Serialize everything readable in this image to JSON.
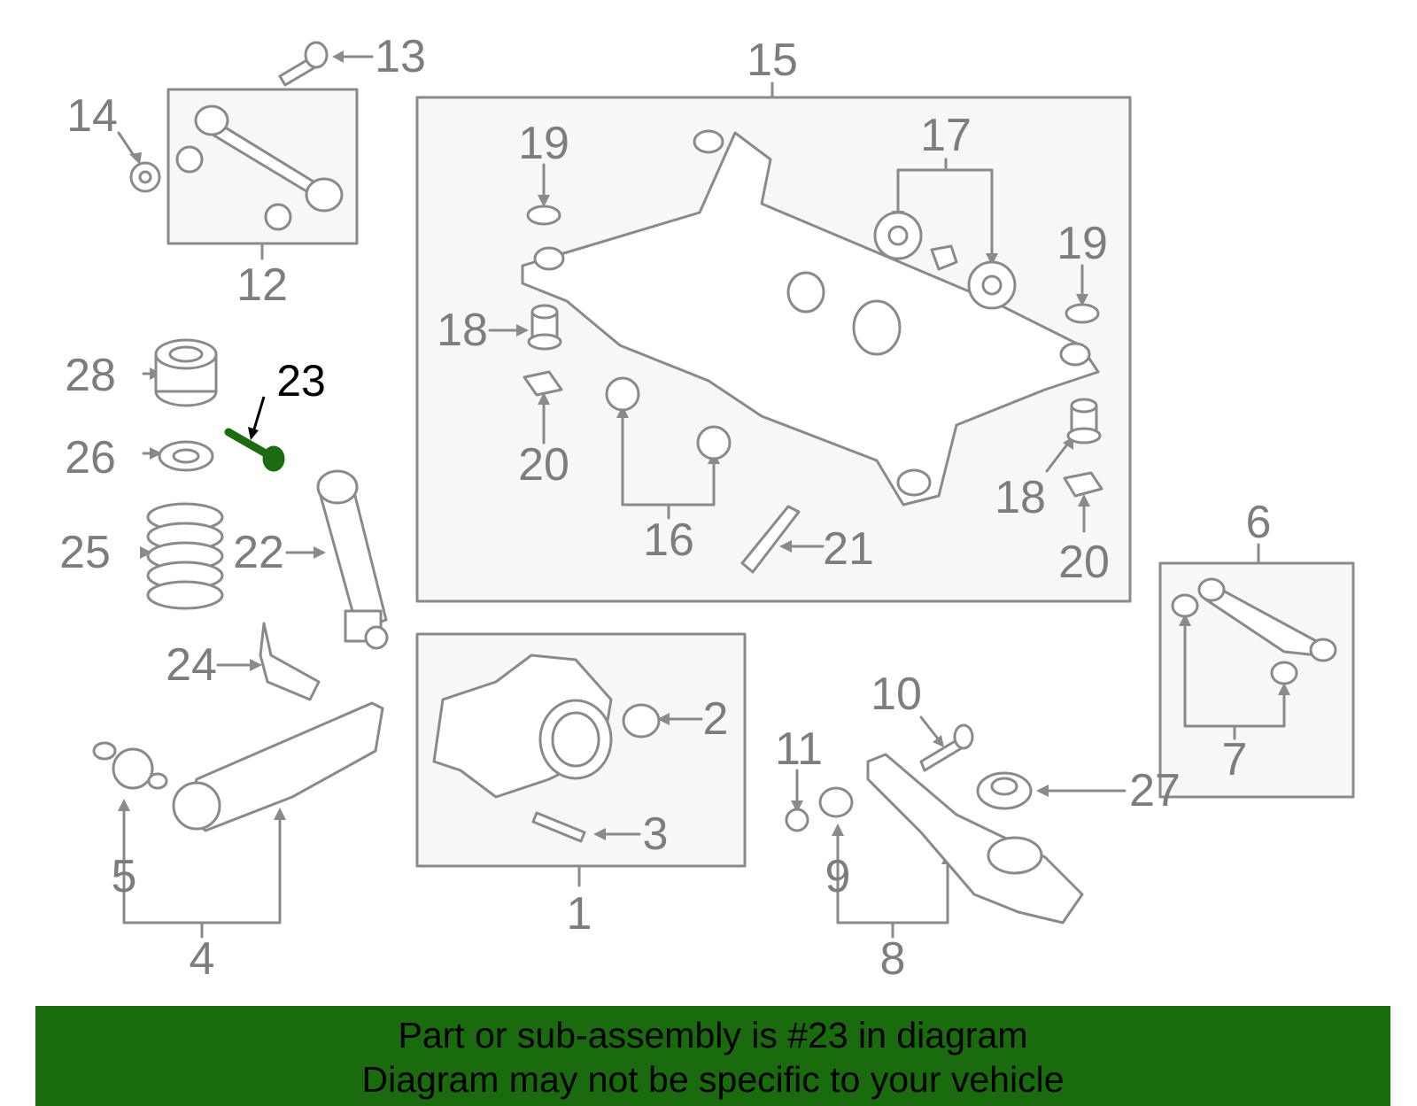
{
  "labels": {
    "c1": "1",
    "c2": "2",
    "c3": "3",
    "c4": "4",
    "c5": "5",
    "c6": "6",
    "c7": "7",
    "c8": "8",
    "c9": "9",
    "c10": "10",
    "c11": "11",
    "c12": "12",
    "c13": "13",
    "c14": "14",
    "c15": "15",
    "c16": "16",
    "c17": "17",
    "c18a": "18",
    "c18b": "18",
    "c19a": "19",
    "c19b": "19",
    "c20a": "20",
    "c20b": "20",
    "c21": "21",
    "c22": "22",
    "c23": "23",
    "c24": "24",
    "c25": "25",
    "c26": "26",
    "c27": "27",
    "c28": "28"
  },
  "highlight_part": "23",
  "colors": {
    "line": "#8a8a8a",
    "box_fill": "#f7f7f7",
    "highlight": "#1d6b10",
    "banner": "#1a6a0e"
  },
  "banner": {
    "line1": "Part or sub-assembly is #23 in diagram",
    "line2": "Diagram may not be specific to your vehicle"
  }
}
